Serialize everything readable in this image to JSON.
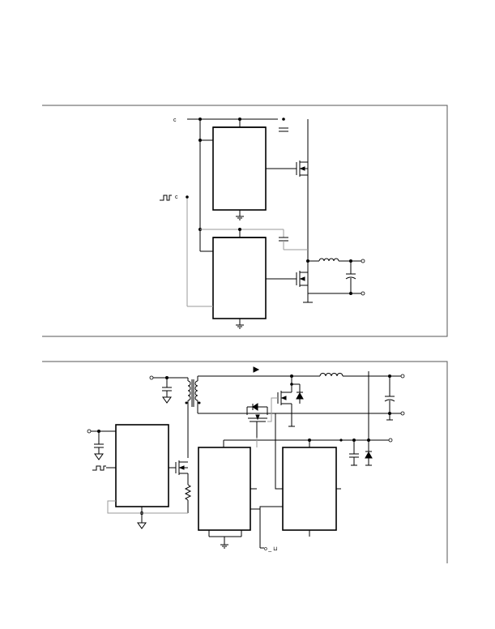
{
  "labels": {
    "top_supply_node": "c",
    "top_pwm_input": "c",
    "bottom_enable": "o _ ⊔"
  }
}
